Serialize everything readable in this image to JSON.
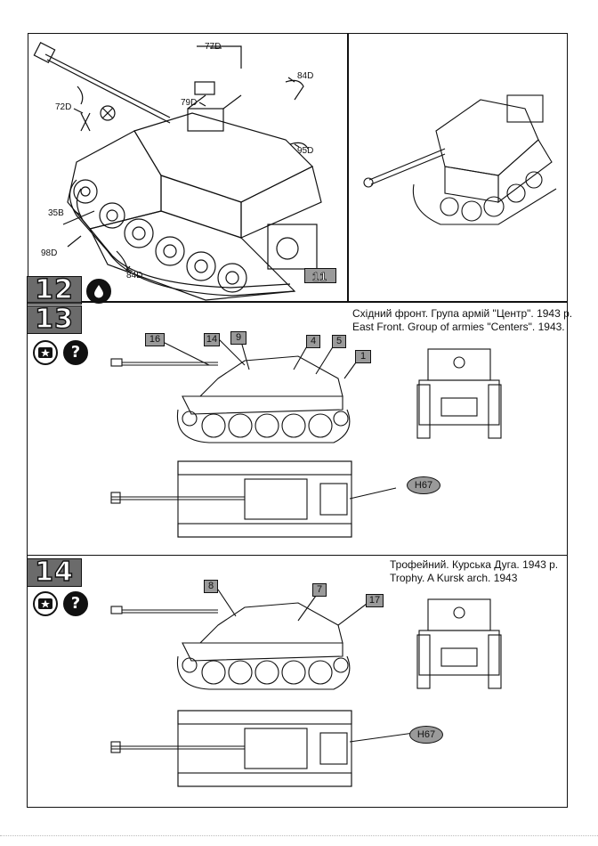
{
  "assembly": {
    "parts": {
      "p77D": "77D",
      "p84D_top": "84D",
      "p72D": "72D",
      "p79D": "79D",
      "p95D": "95D",
      "p35B": "35B",
      "p98D": "98D",
      "p84D_bottom": "84D"
    },
    "step_tag": "11"
  },
  "scheme_12_13": {
    "numbers": [
      "12",
      "13"
    ],
    "caption_ua": "Східний фронт. Група армій \"Центр\". 1943 р.",
    "caption_en": "East Front. Group of armies \"Centers\". 1943.",
    "callouts": [
      "16",
      "14",
      "9",
      "4",
      "5",
      "1"
    ],
    "paint_code": "H67"
  },
  "scheme_14": {
    "number": "14",
    "caption_ua": "Трофейний. Курська Дуга. 1943 р.",
    "caption_en": "Trophy.  A Kursk arch. 1943",
    "callouts": [
      "8",
      "7",
      "17"
    ],
    "paint_code": "H67"
  },
  "icons": {
    "paint_drop": "paint-drop-icon",
    "decal": "star-decal-icon",
    "question": "question-icon"
  }
}
